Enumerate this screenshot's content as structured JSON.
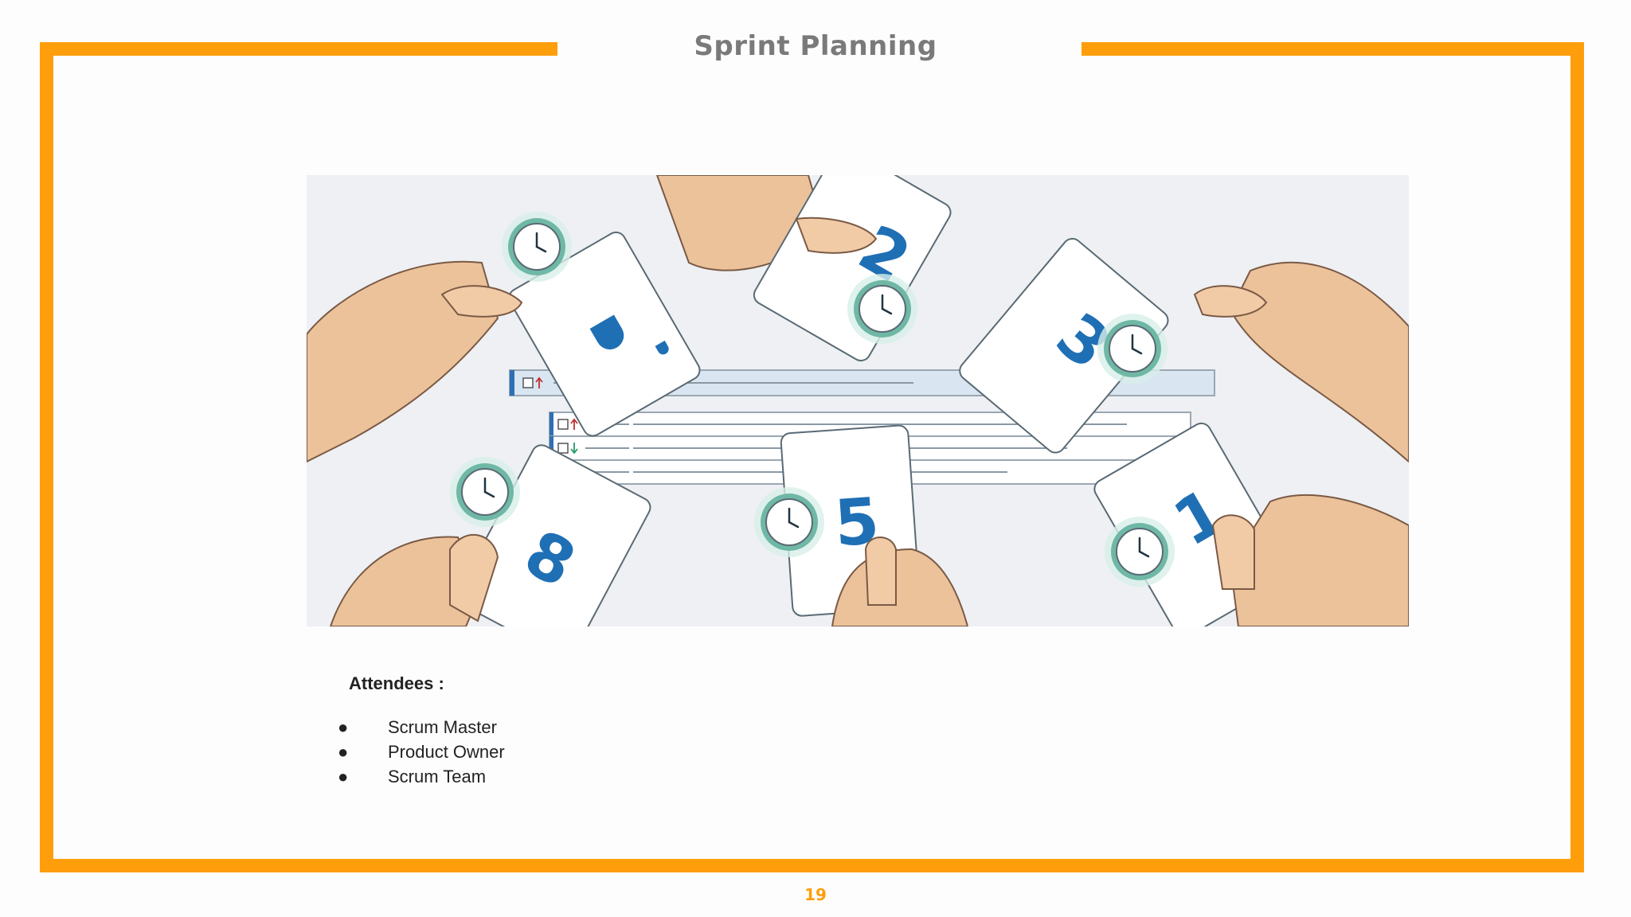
{
  "slide": {
    "title": "Sprint Planning",
    "page_number": "19",
    "accent_color": "#FF9E0B"
  },
  "illustration": {
    "icons": [
      "clock-icon",
      "coffee-cup-icon",
      "checkbox-icon",
      "arrow-up-icon",
      "arrow-down-icon"
    ],
    "cards": [
      {
        "label": "",
        "name": "coffee"
      },
      {
        "label": "2"
      },
      {
        "label": "3"
      },
      {
        "label": "8"
      },
      {
        "label": "5"
      },
      {
        "label": "1"
      }
    ]
  },
  "attendees": {
    "heading": "Attendees :",
    "items": [
      "Scrum Master",
      "Product Owner",
      "Scrum Team"
    ],
    "bullet": "●"
  }
}
